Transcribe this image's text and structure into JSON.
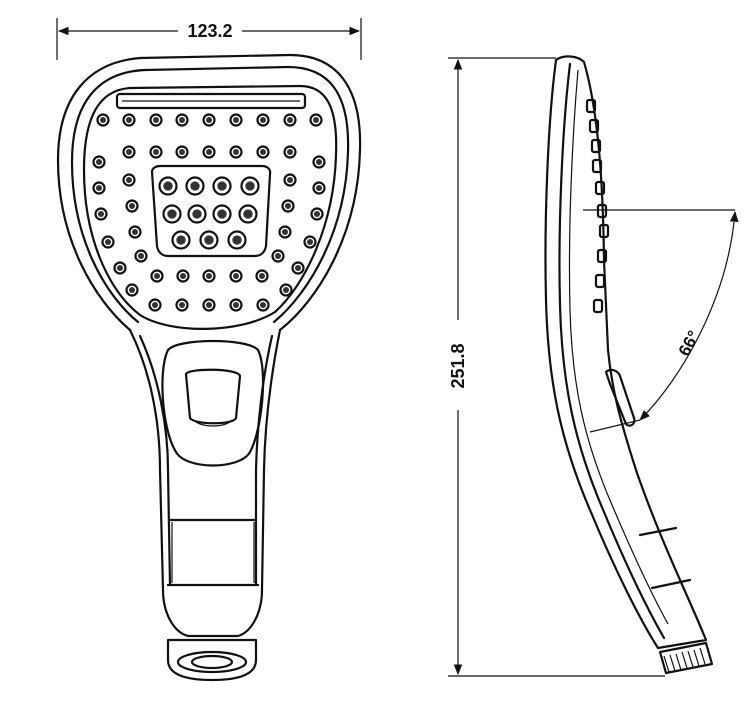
{
  "front_view": {
    "width_dimension": "123.2"
  },
  "side_view": {
    "height_dimension": "251.8",
    "angle_label": "66°"
  }
}
